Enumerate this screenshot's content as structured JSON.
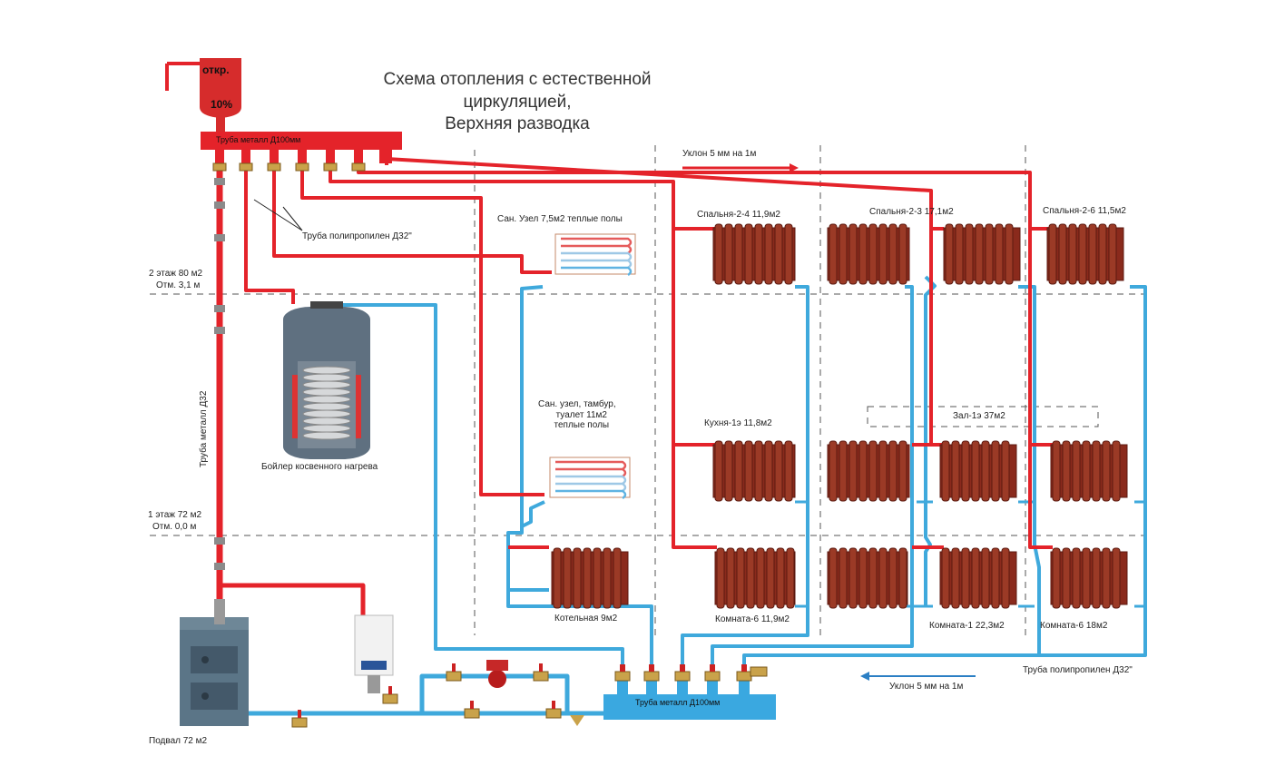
{
  "title": {
    "line1": "Схема отопления с естественной",
    "line2": "циркуляцией,",
    "line3": "Верхняя разводка"
  },
  "expansion_tank": {
    "open_label": "откр.",
    "percent_label": "10%"
  },
  "headers": {
    "supply_header": "Труба металл Д100мм",
    "return_header": "Труба металл Д100мм"
  },
  "riser_label": "Труба металл Д32",
  "pp_pipe_label_top": "Труба полипропилен Д32\"",
  "pp_pipe_label_bottom": "Труба полипропилен Д32\"",
  "slope_top": "Уклон 5 мм на 1м",
  "slope_bottom": "Уклон 5 мм на 1м",
  "floors": {
    "floor2_line1": "2 этаж 80 м2",
    "floor2_line2": "Отм. 3,1 м",
    "floor1_line1": "1 этаж 72 м2",
    "floor1_line2": "Отм. 0,0 м",
    "basement": "Подвал 72 м2"
  },
  "rooms": {
    "bath2": "Сан. Узел 7,5м2 теплые полы",
    "bath1_line1": "Сан. узел, тамбур,",
    "bath1_line2": "туалет 11м2",
    "bath1_line3": "теплые полы",
    "bedroom24": "Спальня-2-4   11,9м2",
    "bedroom23": "Спальня-2-3   17,1м2",
    "bedroom26": "Спальня-2-6   11,5м2",
    "kitchen": "Кухня-1э   11,8м2",
    "hall": "Зал-1э   37м2",
    "boiler_room": "Котельная 9м2",
    "room6a": "Комната-6 11,9м2",
    "room1": "Комната-1 22,3м2",
    "room6b": "Комната-6 18м2"
  },
  "boiler_label": "Бойлер косвенного нагрева",
  "colors": {
    "supply": "#e4232a",
    "return": "#3fa9dc",
    "radiator": "#8a2a1c",
    "radiator_edge": "#5c1a10",
    "tank": "#d62c2c",
    "boiler_body": "#5f7080",
    "header_blue": "#3aa8e0"
  },
  "icons": {
    "expansion_tank": "expansion-tank-icon",
    "boiler_tank": "indirect-boiler-icon",
    "solid_fuel_boiler": "solid-fuel-boiler-icon",
    "gas_boiler": "wall-gas-boiler-icon",
    "pump": "circulation-pump-icon",
    "valve": "ball-valve-icon",
    "radiator": "radiator-icon",
    "floor_heating": "underfloor-heating-coil-icon"
  }
}
